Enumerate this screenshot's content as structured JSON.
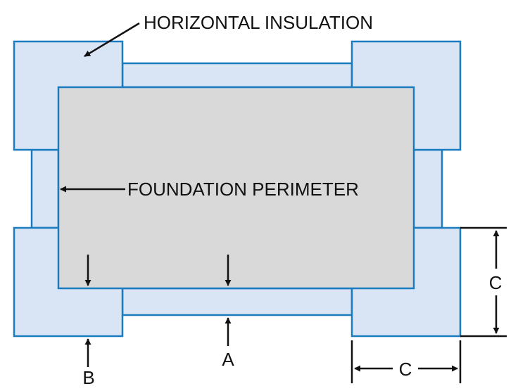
{
  "labels": {
    "horizontal_insulation": "HORIZONTAL INSULATION",
    "foundation_perimeter": "FOUNDATION PERIMETER",
    "dim_a": "A",
    "dim_b": "B",
    "dim_c_vertical": "C",
    "dim_c_horizontal": "C"
  },
  "colors": {
    "insulation_fill": "#d9e4f5",
    "insulation_stroke": "#1a7bbf",
    "foundation_fill": "#d9d9d9",
    "line": "#111111"
  }
}
